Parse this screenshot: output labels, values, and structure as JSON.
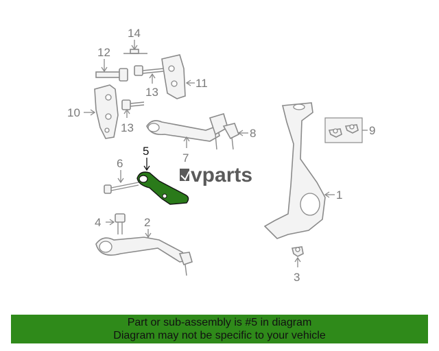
{
  "diagram": {
    "callouts": {
      "c1": "1",
      "c2": "2",
      "c3": "3",
      "c4": "4",
      "c5": "5",
      "c6": "6",
      "c7": "7",
      "c8": "8",
      "c9": "9",
      "c10": "10",
      "c11": "11",
      "c12": "12",
      "c13a": "13",
      "c13b": "13",
      "c14": "14"
    },
    "highlighted_part": "5",
    "watermark": "vparts",
    "colors": {
      "highlight": "#2a7a1a",
      "line": "#8a8a8a",
      "banner": "#2f8a1a"
    }
  },
  "banner": {
    "line1": "Part or sub-assembly is #5 in diagram",
    "line2": "Diagram may not be specific to your vehicle"
  }
}
